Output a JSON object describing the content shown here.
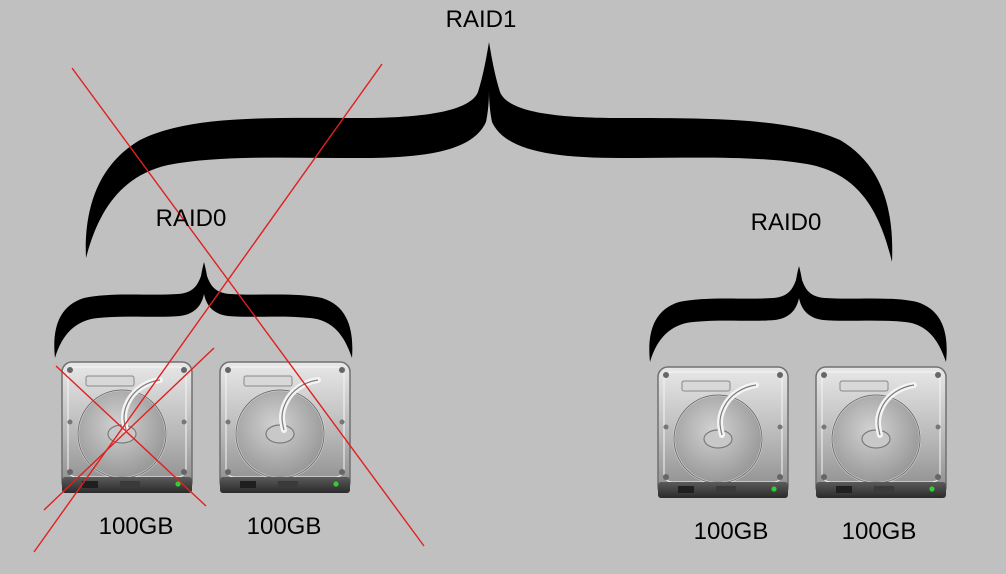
{
  "raid1_label": "RAID1",
  "left_group": {
    "label": "RAID0",
    "failed": true,
    "disks": [
      {
        "capacity": "100GB",
        "failed": true
      },
      {
        "capacity": "100GB",
        "failed": false
      }
    ]
  },
  "right_group": {
    "label": "RAID0",
    "failed": false,
    "disks": [
      {
        "capacity": "100GB",
        "failed": false
      },
      {
        "capacity": "100GB",
        "failed": false
      }
    ]
  },
  "colors": {
    "background": "#c0c0c0",
    "brace": "#000000",
    "failure_mark": "#e02020",
    "led": "#33cc33"
  }
}
